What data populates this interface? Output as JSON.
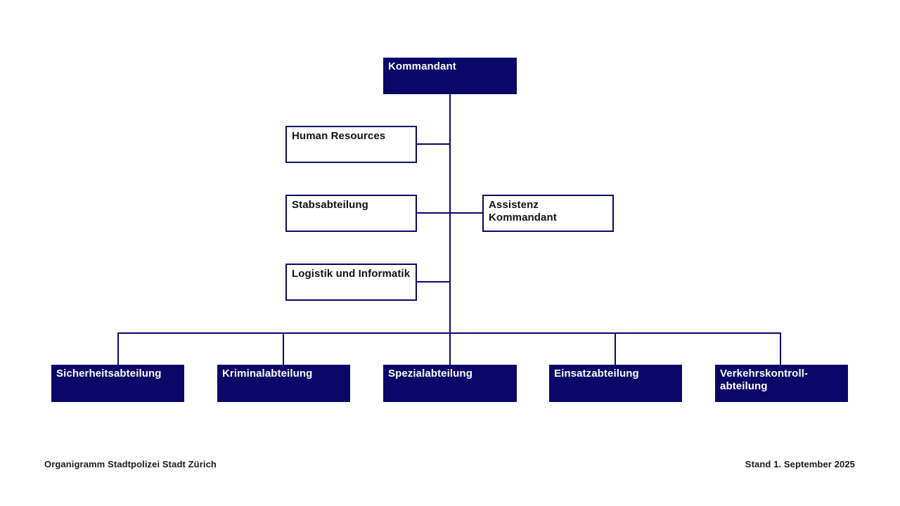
{
  "diagram": {
    "title": "Organigramm Stadtpolizei Stadt Zürich",
    "root": {
      "label": "Kommandant"
    },
    "staff_units": [
      {
        "label": "Human Resources"
      },
      {
        "label": "Stabsabteilung"
      },
      {
        "label": "Logistik und Informatik"
      }
    ],
    "assistant": {
      "label": "Assistenz Kommandant"
    },
    "departments": [
      {
        "label": "Sicherheitsabteilung"
      },
      {
        "label": "Kriminalabteilung"
      },
      {
        "label": "Spezialabteilung"
      },
      {
        "label": "Einsatzabteilung"
      },
      {
        "label": "Verkehrskontroll-\nabteilung"
      }
    ],
    "footer": {
      "left": "Organigramm Stadtpolizei Stadt Zürich",
      "right": "Stand 1. September 2025"
    },
    "colors": {
      "navy": "#0b0668",
      "box_text_dark": "#111111",
      "box_text_light": "#ffffff",
      "background": "#ffffff"
    }
  }
}
